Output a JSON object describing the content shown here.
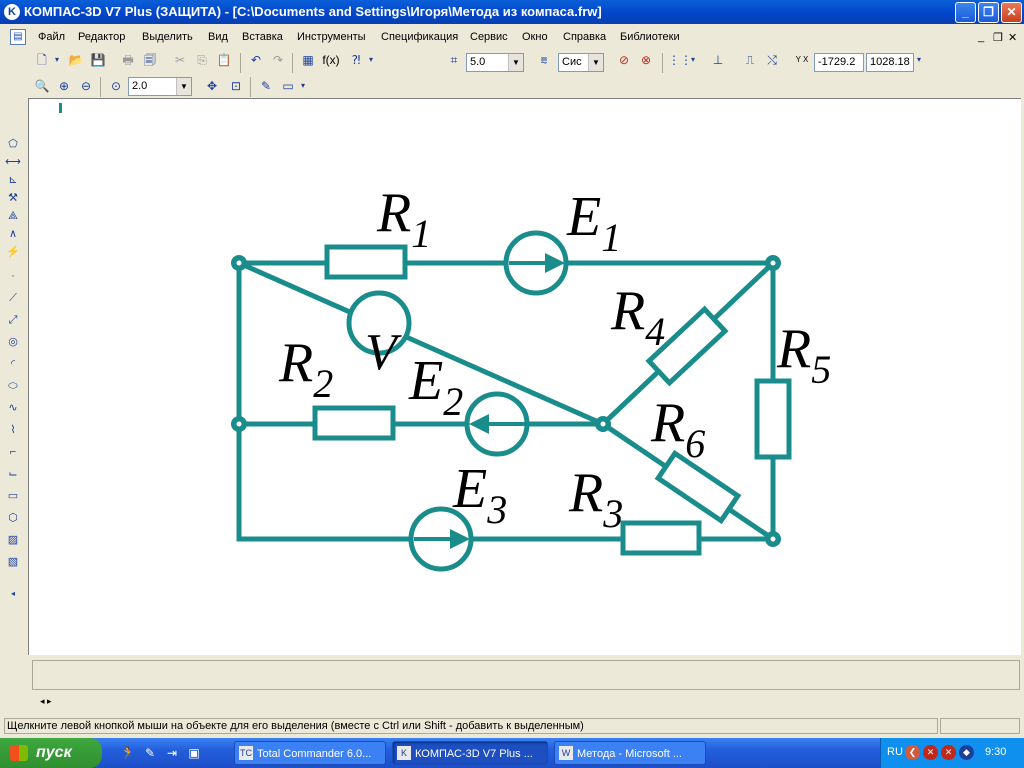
{
  "window": {
    "title": "КОМПАС-3D V7 Plus (ЗАЩИТА) - [C:\\Documents and Settings\\Игоря\\Метода из компаса.frw]",
    "app_icon": "K"
  },
  "menu": [
    "Файл",
    "Редактор",
    "Выделить",
    "Вид",
    "Вставка",
    "Инструменты",
    "Спецификация",
    "Сервис",
    "Окно",
    "Справка",
    "Библиотеки"
  ],
  "toolbar": {
    "step_value": "5.0",
    "layer_value": "Сис",
    "coord_x": "-1729.2",
    "coord_y": "1028.18",
    "coord_label": "Y X",
    "fx_label": "f(x)",
    "zoom_value": "2.0"
  },
  "diagram": {
    "color": "#1a8c8c",
    "labels": {
      "R1": {
        "base": "R",
        "sub": "1"
      },
      "E1": {
        "base": "E",
        "sub": "1"
      },
      "R2": {
        "base": "R",
        "sub": "2"
      },
      "E2": {
        "base": "E",
        "sub": "2"
      },
      "E3": {
        "base": "E",
        "sub": "3"
      },
      "R3": {
        "base": "R",
        "sub": "3"
      },
      "R4": {
        "base": "R",
        "sub": "4"
      },
      "R5": {
        "base": "R",
        "sub": "5"
      },
      "R6": {
        "base": "R",
        "sub": "6"
      },
      "V": "V"
    }
  },
  "status": {
    "hint": "Щелкните левой кнопкой мыши на объекте для его выделения (вместе с Ctrl или Shift - добавить к выделенным)"
  },
  "taskbar": {
    "start_label": "пуск",
    "tasks": [
      {
        "label": "Total Commander 6.0...",
        "icon": "TC"
      },
      {
        "label": "КОМПАС-3D V7 Plus ...",
        "icon": "K"
      },
      {
        "label": "Метода - Microsoft ...",
        "icon": "W"
      }
    ],
    "lang": "RU",
    "clock": "9:30"
  }
}
